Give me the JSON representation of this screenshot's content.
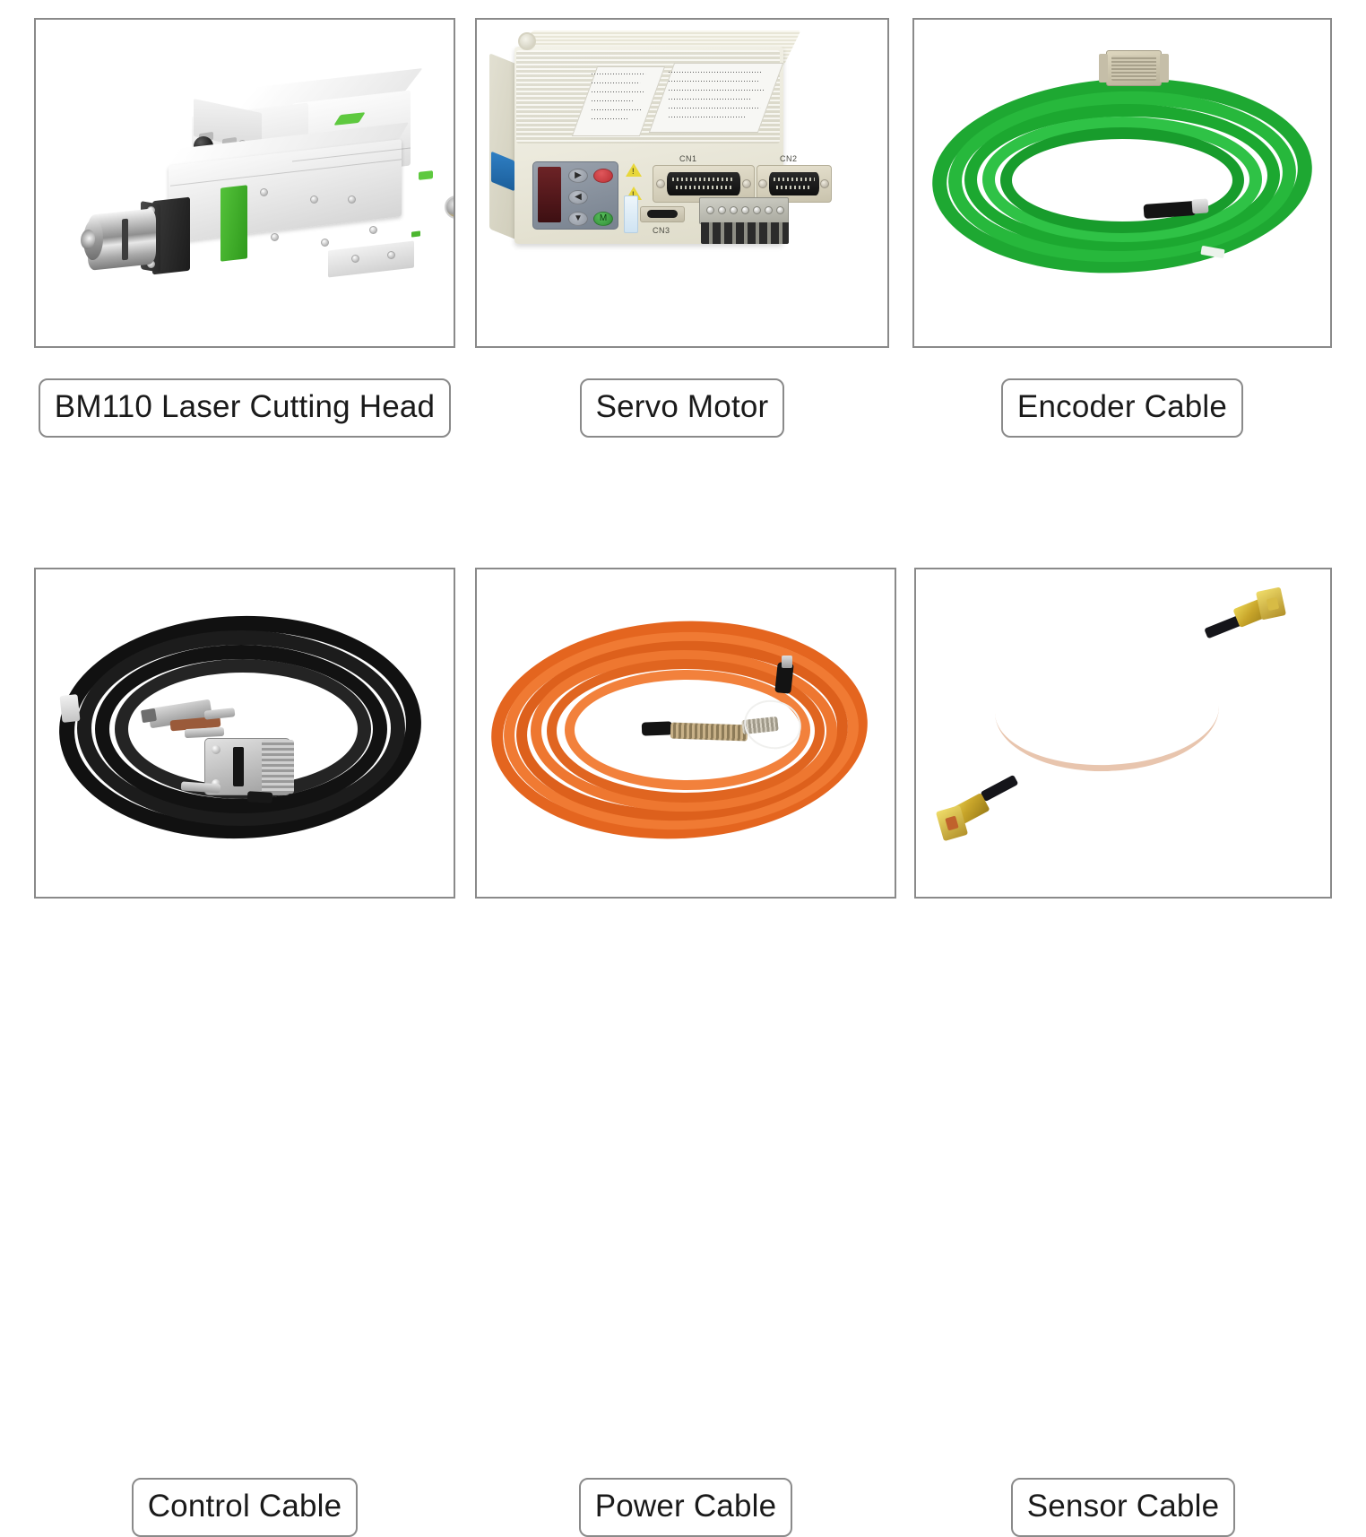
{
  "page": {
    "background_color": "#ffffff",
    "frame_border_color": "#8a8a8a",
    "caption_text_color": "#1a1a1a",
    "layout": "2 rows x 3 columns product grid"
  },
  "products": [
    {
      "id": "bm110-laser-cutting-head",
      "label": "BM110 Laser Cutting Head",
      "image_alt": "BM110 laser cutting head with chrome nozzle, black motor block, white aluminium body and green accent strips",
      "colors": {
        "body": "#eeeeee",
        "accent": "#4cb62f",
        "motor": "#262626",
        "nozzle": "#b4b4b4"
      }
    },
    {
      "id": "servo-motor",
      "label": "Servo Motor",
      "image_alt": "Beige ribbed servo drive unit with red LED display, keypad, CN1 and CN2 D-sub connectors and a terminal block",
      "colors": {
        "body": "#ecead d",
        "display": "#5a1c20",
        "panel": "#8a929d",
        "connector": "#d8d2bf"
      },
      "port_labels": [
        "CN1",
        "CN2",
        "CN3"
      ],
      "keypad_buttons": [
        "▶",
        "◀",
        "▼",
        "M"
      ]
    },
    {
      "id": "encoder-cable",
      "label": "Encoder Cable",
      "image_alt": "Coiled bright green encoder cable with beige D-sub connector and black inline connector",
      "colors": {
        "jacket": "#1faa35",
        "connector": "#cdc6ad",
        "inline": "#141414"
      }
    },
    {
      "id": "control-cable",
      "label": "Control Cable",
      "image_alt": "Coiled black control cable with metallic D-sub connectors and a white marker band",
      "colors": {
        "jacket": "#151515",
        "connector": "#b3b3b3",
        "band": "#e8e8e8"
      }
    },
    {
      "id": "power-cable",
      "label": "Power Cable",
      "image_alt": "Coiled orange servo power cable with black heat-shrink sections and exposed braided conductors",
      "colors": {
        "jacket": "#e8631f",
        "shrink": "#141414",
        "braid": "#c9b28a"
      }
    },
    {
      "id": "sensor-cable",
      "label": "Sensor Cable",
      "image_alt": "Short pink coaxial sensor cable with gold right-angle SMA connectors at both ends",
      "colors": {
        "jacket": "#e8c5ae",
        "connector": "#c8a52a",
        "boot": "#15151a"
      }
    }
  ]
}
